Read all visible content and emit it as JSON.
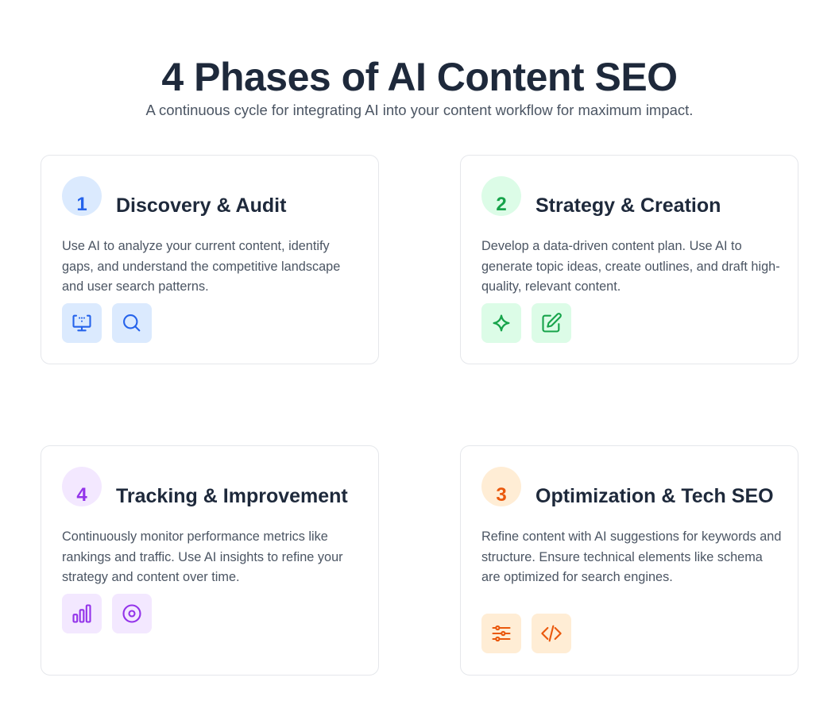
{
  "header": {
    "title": "4 Phases of AI Content SEO",
    "subtitle": "A continuous cycle for integrating AI into your content workflow for maximum impact."
  },
  "colors": {
    "blue": "#2563eb",
    "blue_bg": "#dbeafe",
    "green": "#16a34a",
    "green_bg": "#dcfce7",
    "orange": "#ea580c",
    "orange_bg": "#ffedd5",
    "purple": "#9333ea",
    "purple_bg": "#f3e8ff",
    "title": "#1e293b",
    "body_text": "#4b5563"
  },
  "phases": {
    "p1": {
      "number": "1",
      "title": "Discovery & Audit",
      "description": "Use AI to analyze your current content, identify gaps, and understand the competitive landscape and user search patterns.",
      "icons": [
        "monitor-icon",
        "search-icon"
      ]
    },
    "p2": {
      "number": "2",
      "title": "Strategy & Creation",
      "description": "Develop a data-driven content plan. Use AI to generate topic ideas, create outlines, and draft high-quality, relevant content.",
      "icons": [
        "sparkle-icon",
        "edit-icon"
      ]
    },
    "p3": {
      "number": "3",
      "title": "Optimization & Tech SEO",
      "description": "Refine content with AI suggestions for keywords and structure. Ensure technical elements like schema are optimized for search engines.",
      "icons": [
        "sliders-icon",
        "code-icon"
      ]
    },
    "p4": {
      "number": "4",
      "title": "Tracking & Improvement",
      "description": "Continuously monitor performance metrics like rankings and traffic. Use AI insights to refine your strategy and content over time.",
      "icons": [
        "bar-chart-icon",
        "target-icon"
      ]
    }
  }
}
